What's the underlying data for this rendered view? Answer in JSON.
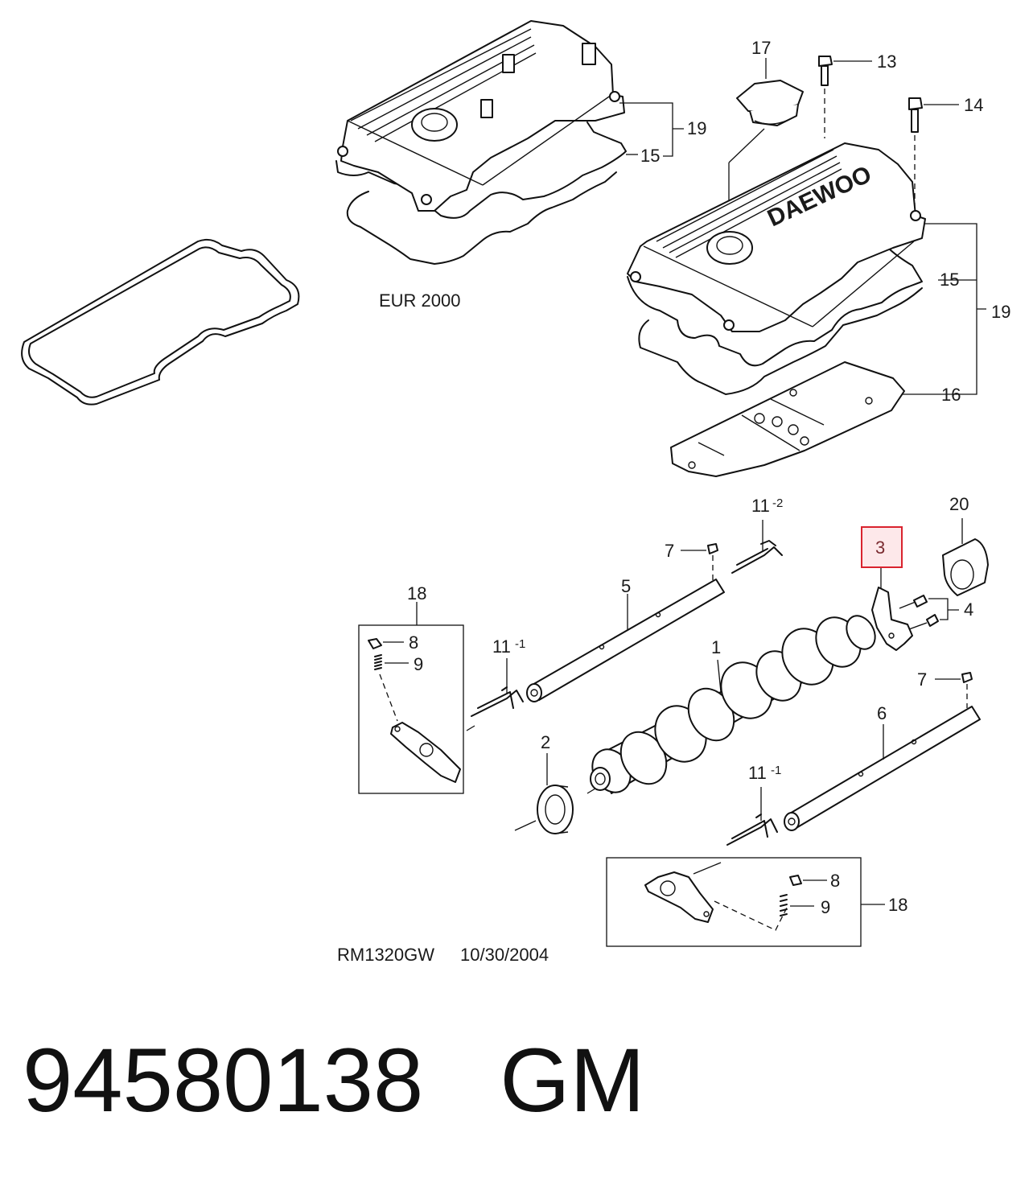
{
  "diagram": {
    "variant_caption": "EUR 2000",
    "brand_on_cover": "DAEWOO",
    "drawing_ref": "RM1320GW",
    "drawing_date": "10/30/2004",
    "highlight_color": "#d9232e",
    "callouts": {
      "c1": "1",
      "c2": "2",
      "c3": "3",
      "c4": "4",
      "c5": "5",
      "c6": "6",
      "c7a": "7",
      "c7b": "7",
      "c8a": "8",
      "c8b": "8",
      "c9a": "9",
      "c9b": "9",
      "c11a": "11",
      "c11a_sup": "-1",
      "c11b": "11",
      "c11b_sup": "-2",
      "c11c": "11",
      "c11c_sup": "-1",
      "c13": "13",
      "c14": "14",
      "c15a": "15",
      "c15b": "15",
      "c16": "16",
      "c17": "17",
      "c18a": "18",
      "c18b": "18",
      "c19a": "19",
      "c19b": "19",
      "c20": "20"
    },
    "highlighted_callout": "3"
  },
  "footer": {
    "part_number": "94580138",
    "brand": "GM"
  }
}
